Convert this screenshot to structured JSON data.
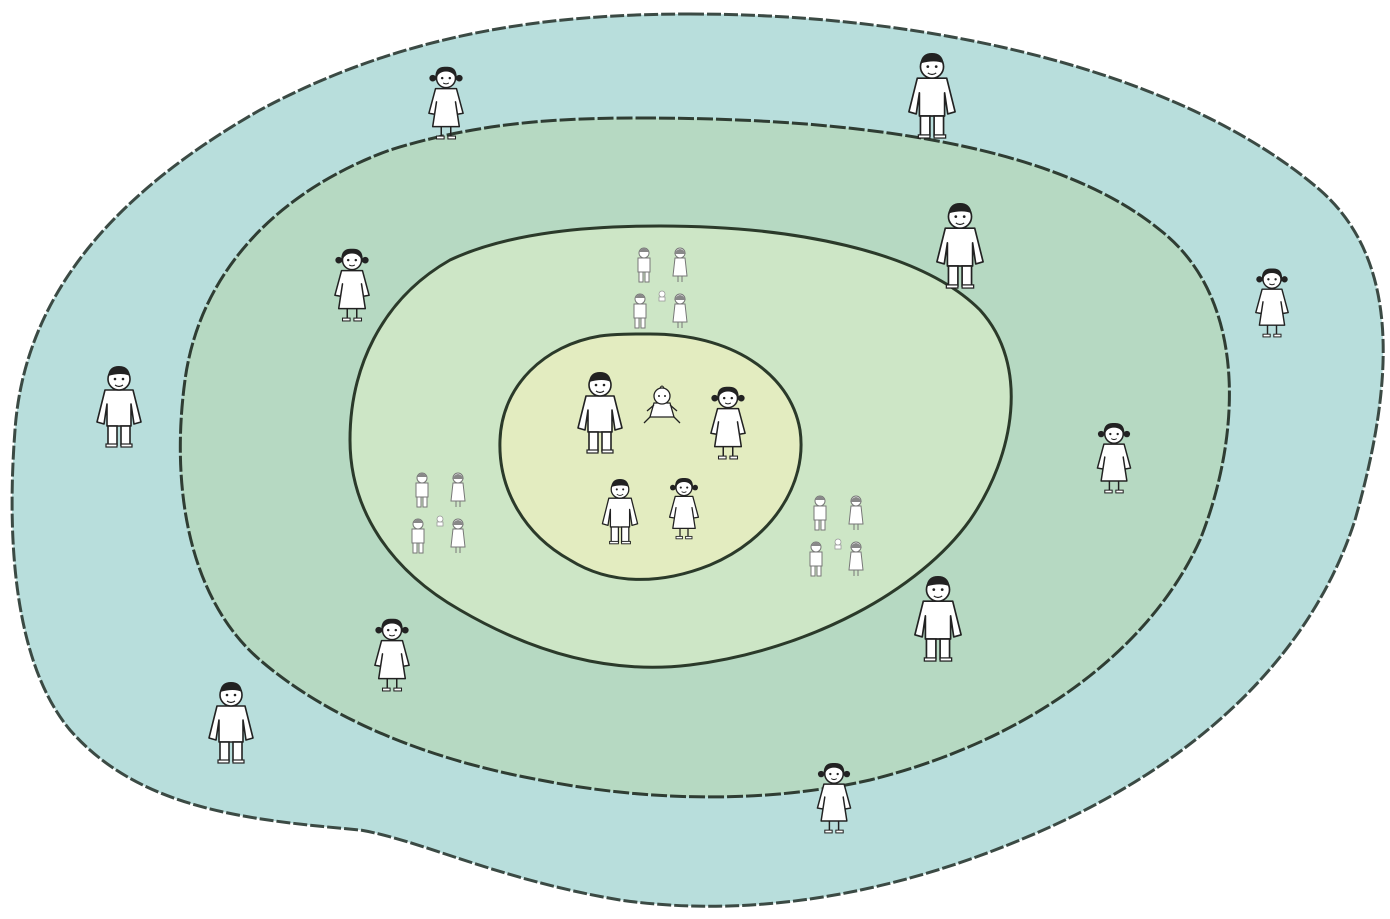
{
  "diagram": {
    "kind": "concentric-rings-of-people",
    "text": [],
    "rings": [
      {
        "level": 4,
        "fill": "#b8dedc",
        "stroke": "#3b4a44",
        "name": "outer-ring"
      },
      {
        "level": 3,
        "fill": "#b6d9c2",
        "stroke": "#2f3d33",
        "name": "third-ring"
      },
      {
        "level": 2,
        "fill": "#cde6c6",
        "stroke": "#2b3a2a",
        "name": "second-ring"
      },
      {
        "level": 1,
        "fill": "#e3ecc0",
        "stroke": "#2b3a2a",
        "name": "inner-ring"
      }
    ],
    "figures": [
      {
        "ring": 1,
        "type": "man",
        "size": "large"
      },
      {
        "ring": 1,
        "type": "baby",
        "size": "small"
      },
      {
        "ring": 1,
        "type": "woman",
        "size": "large"
      },
      {
        "ring": 1,
        "type": "boy",
        "size": "medium"
      },
      {
        "ring": 1,
        "type": "girl",
        "size": "medium"
      },
      {
        "ring": 2,
        "type": "family-group",
        "size": "tiny",
        "count": 5
      },
      {
        "ring": 2,
        "type": "family-group",
        "size": "tiny",
        "count": 5
      },
      {
        "ring": 2,
        "type": "family-group",
        "size": "tiny",
        "count": 5
      },
      {
        "ring": 3,
        "type": "woman",
        "size": "large"
      },
      {
        "ring": 3,
        "type": "man",
        "size": "large"
      },
      {
        "ring": 3,
        "type": "woman",
        "size": "large"
      },
      {
        "ring": 3,
        "type": "woman",
        "size": "large"
      },
      {
        "ring": 3,
        "type": "man",
        "size": "large"
      },
      {
        "ring": 4,
        "type": "woman",
        "size": "large"
      },
      {
        "ring": 4,
        "type": "man",
        "size": "large"
      },
      {
        "ring": 4,
        "type": "woman",
        "size": "large"
      },
      {
        "ring": 4,
        "type": "man",
        "size": "large"
      },
      {
        "ring": 4,
        "type": "man",
        "size": "large"
      },
      {
        "ring": 4,
        "type": "woman",
        "size": "large"
      }
    ]
  }
}
